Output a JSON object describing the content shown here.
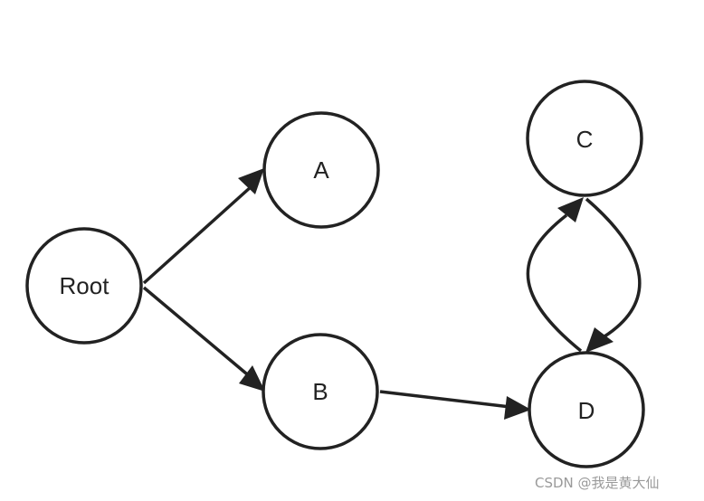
{
  "nodes": {
    "root": {
      "label": "Root"
    },
    "a": {
      "label": "A"
    },
    "b": {
      "label": "B"
    },
    "c": {
      "label": "C"
    },
    "d": {
      "label": "D"
    }
  },
  "edges": [
    {
      "from": "Root",
      "to": "A"
    },
    {
      "from": "Root",
      "to": "B"
    },
    {
      "from": "B",
      "to": "D"
    },
    {
      "from": "C",
      "to": "D"
    },
    {
      "from": "D",
      "to": "C"
    }
  ],
  "watermark": "CSDN @我是黄大仙",
  "colors": {
    "stroke": "#222222",
    "background": "#ffffff",
    "watermark": "#9a9a9a"
  }
}
